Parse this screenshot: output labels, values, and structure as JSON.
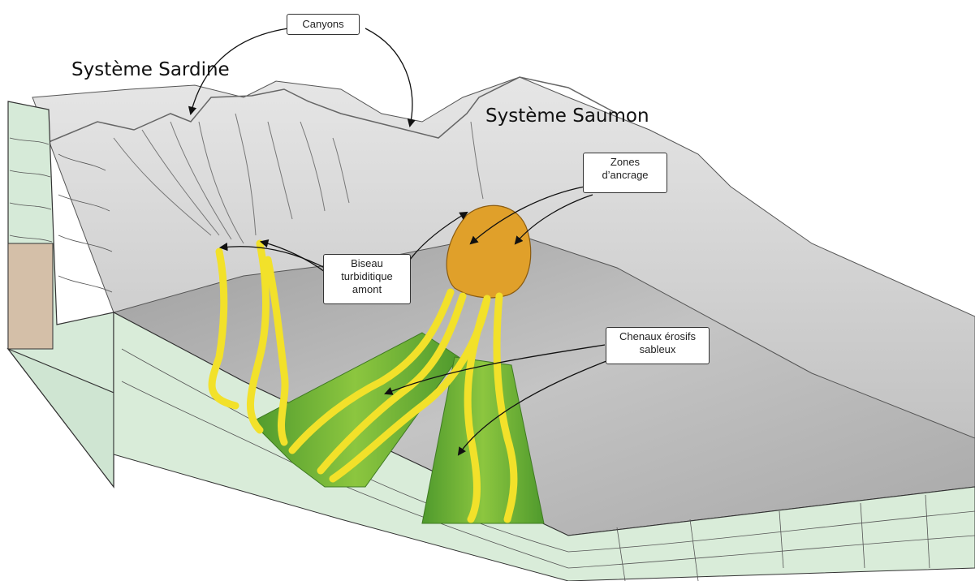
{
  "titles": {
    "sardine": "Système Sardine",
    "saumon": "Système Saumon"
  },
  "callouts": {
    "canyons": "Canyons",
    "zones_line1": "Zones",
    "zones_line2": "d’ancrage",
    "biseau_line1": "Biseau",
    "biseau_line2": "turbiditique",
    "biseau_line3": "amont",
    "chenaux_line1": "Chenaux érosifs",
    "chenaux_line2": "sableux"
  },
  "colors": {
    "slope_grey": "#c9c9c9",
    "basin_grey": "#bdbdbd",
    "section_green": "#d6ead8",
    "section_teal": "#9fc9ad",
    "lobe_green": "#5fa83a",
    "channel_yellow": "#f2e12a",
    "anchor_orange": "#e0a02a",
    "block_tan": "#d4bfa8"
  }
}
